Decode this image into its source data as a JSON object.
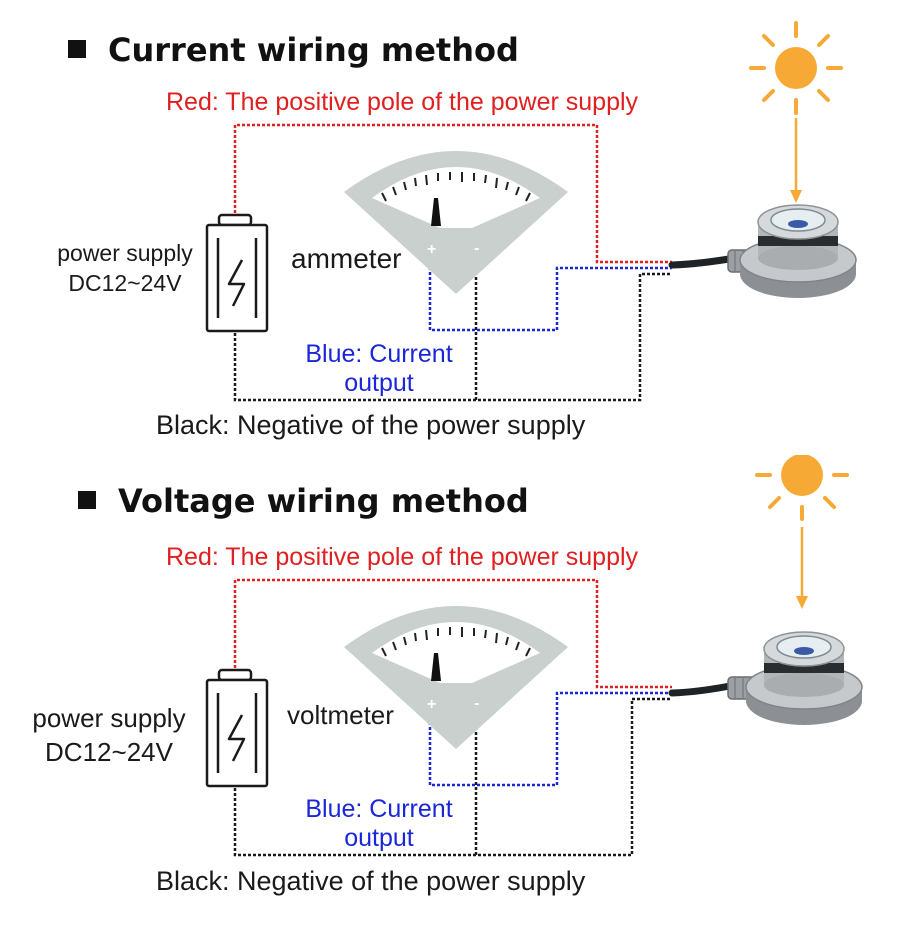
{
  "sections": [
    {
      "title": "Current wiring method",
      "red_label": "Red: The positive pole of the power supply",
      "blue_label_line1": "Blue: Current",
      "blue_label_line2": "output",
      "black_label": "Black: Negative of the power supply",
      "meter_label": "ammeter",
      "psu_label_line1": "power supply",
      "psu_label_line2": "DC12~24V",
      "plus_sign": "+",
      "minus_sign": "-"
    },
    {
      "title": "Voltage wiring method",
      "red_label": "Red: The positive pole of the power supply",
      "blue_label_line1": "Blue: Current",
      "blue_label_line2": "output",
      "black_label": "Black: Negative of the power supply",
      "meter_label": "voltmeter",
      "psu_label_line1": "power supply",
      "psu_label_line2": "DC12~24V",
      "plus_sign": "+",
      "minus_sign": "-"
    }
  ],
  "icons": {
    "title_marker": "black-square-icon",
    "battery": "battery-lightning-icon",
    "meter": "analog-meter-icon",
    "sun": "sun-icon",
    "sensor": "light-sensor-icon"
  },
  "colors": {
    "positive_wire": "#e02020",
    "output_wire": "#1a27d8",
    "negative_wire": "#1a1a1a",
    "sun": "#f6a935",
    "meter_body": "#c9d0cd"
  }
}
